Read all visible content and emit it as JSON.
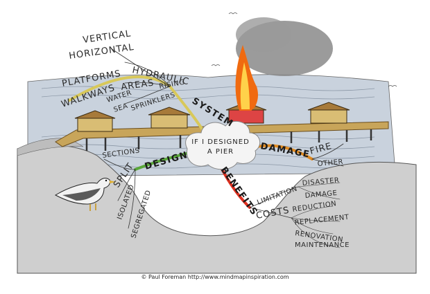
{
  "central": {
    "line1": "IF I DESIGNED",
    "line2": "A PIER"
  },
  "branches": {
    "system": {
      "label": "SYSTEM",
      "children": [
        "HYDRAULIC",
        "RISING",
        "SPRINKLERS",
        "AREAS",
        "PLATFORMS",
        "WALKWAYS",
        "HORIZONTAL",
        "VERTICAL",
        "WATER",
        "SEA"
      ]
    },
    "design": {
      "label": "DESIGN",
      "children": [
        "SECTIONS",
        "SPLIT",
        "ISOLATED",
        "SEGREGATED"
      ]
    },
    "damage": {
      "label": "DAMAGE",
      "children": [
        "FIRE",
        "OTHER"
      ]
    },
    "benefits": {
      "label": "BENEFITS",
      "limitation": "LIMITATION",
      "limitation_children": [
        "DISASTER",
        "DAMAGE"
      ],
      "costs": "COSTS",
      "costs_children": [
        "REDUCTION",
        "REPLACEMENT",
        "RENOVATION",
        "MAINTENANCE"
      ]
    }
  },
  "credit": "© Paul Foreman http://www.mindmapinspiration.com",
  "colors": {
    "sea": "#c9d2dd",
    "land": "#cfcfcf",
    "deck": "#c8a55a",
    "system": "#d8c85a",
    "design": "#5aa83a",
    "damage": "#e08a20",
    "benefits": "#e03020",
    "fire": "#f06a10"
  }
}
